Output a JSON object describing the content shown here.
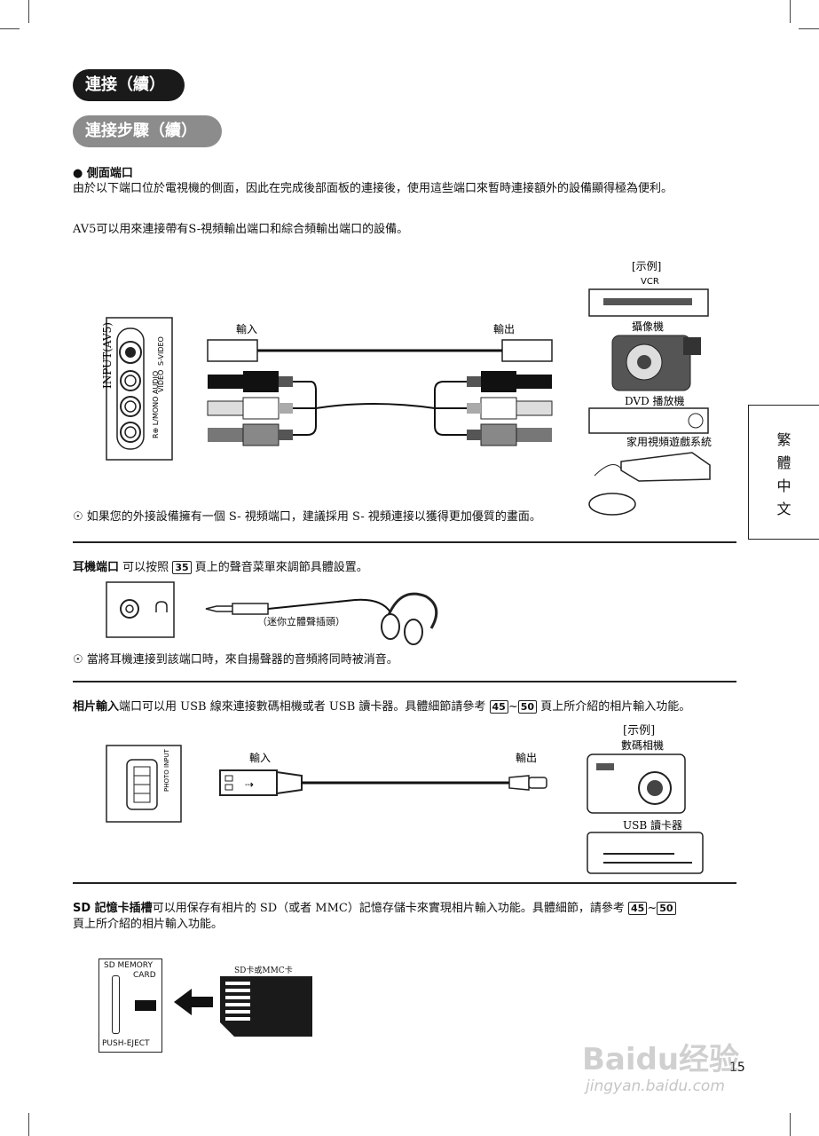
{
  "header": {
    "title": "連接（續）",
    "subtitle": "連接步驟（續）"
  },
  "side_port": {
    "heading": "側面端口",
    "intro": "由於以下端口位於電視機的側面，因此在完成後部面板的連接後，使用這些端口來暫時連接額外的設備顯得極為便利。",
    "av5_text": "AV5可以用來連接帶有S-視頻輸出端口和綜合頻輸出端口的設備。",
    "example_label": "[示例]",
    "devices": [
      "VCR",
      "攝像機",
      "DVD 播放機",
      "家用視頻遊戲系統"
    ],
    "input_label": "輸入",
    "output_label": "輸出",
    "panel_labels": {
      "input": "INPUT(AV5)",
      "svideo": "S-VIDEO",
      "video": "VIDEO",
      "audio": "L/MONO\nAUDIO\nR"
    },
    "tip": "如果您的外接設備擁有一個 S- 視頻端口，建議採用 S- 視頻連接以獲得更加優質的畫面。"
  },
  "headphone": {
    "heading": "耳機端口",
    "text_pre": "可以按照",
    "page_ref": "35",
    "text_post": "頁上的聲音菜單來調節具體設置。",
    "plug_label": "（迷你立體聲插頭）",
    "tip": "當將耳機連接到該端口時，來自揚聲器的音頻將同時被消音。"
  },
  "photo": {
    "heading": "相片輸入",
    "text_pre": "端口可以用 USB 線來連接數碼相機或者 USB 讀卡器。具體細節請參考",
    "ref_a": "45",
    "ref_sep": "~",
    "ref_b": "50",
    "text_post": "頁上所介紹的相片輸入功能。",
    "example_label": "[示例]",
    "camera_label": "數碼相機",
    "reader_label": "USB 讀卡器",
    "input_label": "輸入",
    "output_label": "輸出",
    "port_label": "PHOTO\nINPUT"
  },
  "sd": {
    "heading": "SD 記憶卡插槽",
    "text_pre": "可以用保存有相片的 SD（或者 MMC）記憶存儲卡來實現相片輸入功能。具體細節，請參考",
    "ref_a": "45",
    "ref_sep": "~",
    "ref_b": "50",
    "text_line2": "頁上所介紹的相片輸入功能。",
    "slot_top": "SD MEMORY",
    "slot_top2": "CARD",
    "slot_bottom": "PUSH-EJECT",
    "card_label": "SD卡或MMC卡"
  },
  "side_tab": [
    "繁",
    "體",
    "中",
    "文"
  ],
  "page_number": "15",
  "watermark": {
    "brand": "Baidu经验",
    "url": "jingyan.baidu.com"
  }
}
